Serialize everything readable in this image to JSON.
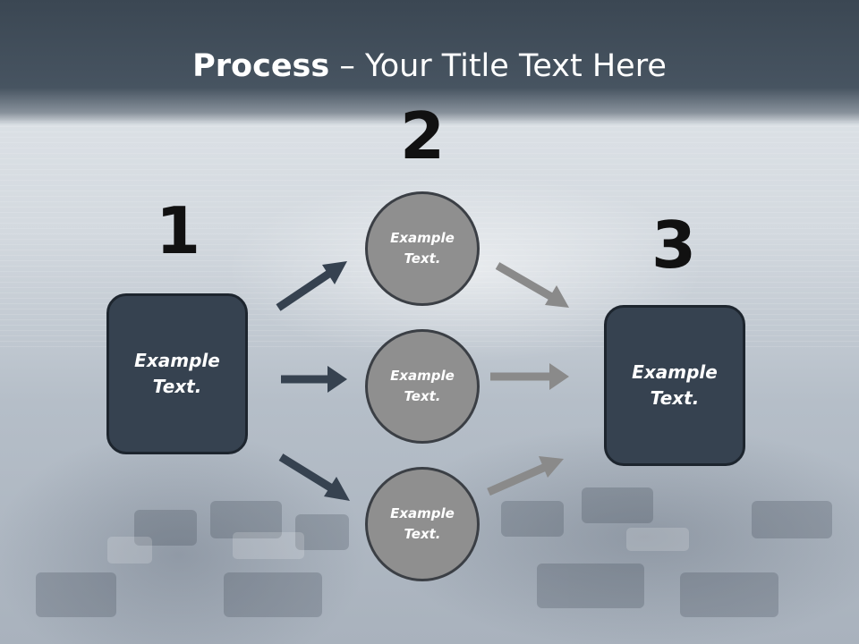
{
  "title": {
    "bold": "Process",
    "rest": " – Your Title Text Here"
  },
  "steps": {
    "one": {
      "number": "1",
      "text_line1": "Example",
      "text_line2": "Text."
    },
    "two": {
      "number": "2"
    },
    "three": {
      "number": "3",
      "text_line1": "Example",
      "text_line2": "Text."
    }
  },
  "circles": [
    {
      "line1": "Example",
      "line2": "Text."
    },
    {
      "line1": "Example",
      "line2": "Text."
    },
    {
      "line1": "Example",
      "line2": "Text."
    }
  ],
  "colors": {
    "header": "#3b4753",
    "box": "#364250",
    "circle": "#8f8f8f",
    "arrow_dark": "#364250",
    "arrow_light": "#8a8a8a"
  }
}
